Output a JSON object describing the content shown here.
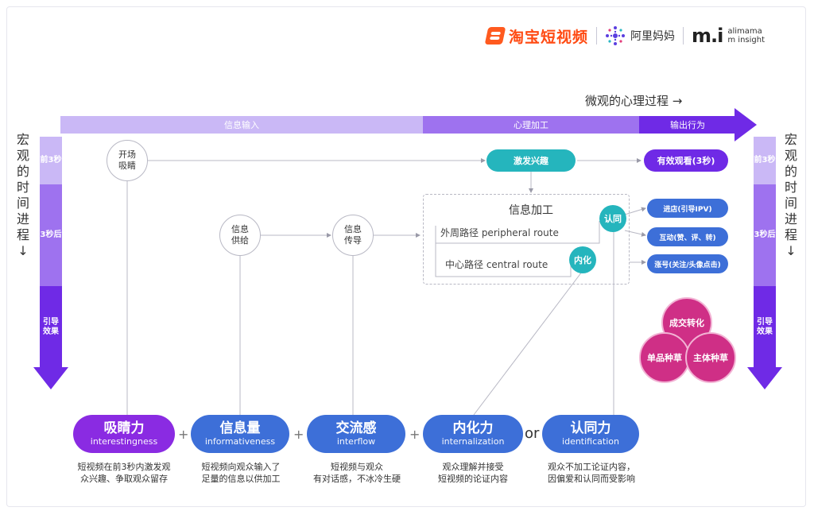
{
  "logos": {
    "taobao": "淘宝短视频",
    "alimama": "阿里妈妈",
    "mi_mark": "m.i",
    "mi_text_1": "alimama",
    "mi_text_2": "m insight"
  },
  "top_axis": {
    "title": "微观的心理过程 →",
    "stages": [
      "信息输入",
      "心理加工",
      "输出行为"
    ]
  },
  "left_axis": {
    "title": "宏观的时间进程↓",
    "segments": [
      "前3秒",
      "3秒后",
      "引导效果"
    ]
  },
  "right_axis": {
    "title": "宏观的时间进程↓",
    "segments": [
      "前3秒",
      "3秒后",
      "引导效果"
    ]
  },
  "nodes": {
    "opening": "开场吸睛",
    "supply": "信息供给",
    "transmit": "信息传导",
    "interest": "激发兴趣",
    "process_title": "信息加工",
    "peripheral": "外周路径 peripheral route",
    "central": "中心路径 central route",
    "identify": "认同",
    "internalize": "内化"
  },
  "outputs": [
    "有效观看(3秒)",
    "进店(引导IPV)",
    "互动(赞、评、转)",
    "涨号(关注/头像点击)"
  ],
  "effects": [
    "成交转化",
    "单品种草",
    "主体种草"
  ],
  "factors": [
    {
      "zh": "吸睛力",
      "en": "interestingness",
      "desc_1": "短视频在前3秒内激发观",
      "desc_2": "众兴趣、争取观众留存"
    },
    {
      "zh": "信息量",
      "en": "informativeness",
      "desc_1": "短视频向观众输入了",
      "desc_2": "足量的信息以供加工"
    },
    {
      "zh": "交流感",
      "en": "interflow",
      "desc_1": "短视频与观众",
      "desc_2": "有对话感，不冰冷生硬"
    },
    {
      "zh": "内化力",
      "en": "internalization",
      "desc_1": "观众理解并接受",
      "desc_2": "短视频的论证内容"
    },
    {
      "zh": "认同力",
      "en": "identification",
      "desc_1": "观众不加工论证内容，",
      "desc_2": "因偏爱和认同而受影响"
    }
  ],
  "operators": [
    "+",
    "+",
    "+",
    "or"
  ],
  "colors": {
    "purple_dark": "#6f2ae6",
    "purple_mid": "#9e72ef",
    "purple_light": "#cab8f6",
    "teal": "#25b5bd",
    "blue": "#3d6fd8",
    "pink": "#cf2f86"
  }
}
